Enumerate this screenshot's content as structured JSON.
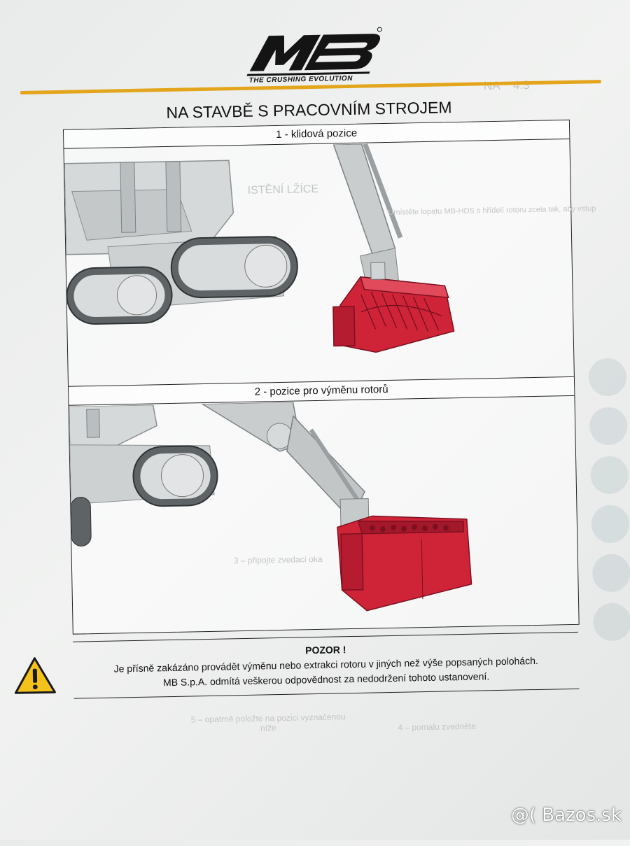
{
  "logo": {
    "brand": "MB",
    "tagline": "THE CRUSHING EVOLUTION"
  },
  "main_title": "NA STAVBĚ S PRACOVNÍM STROJEM",
  "sections": [
    {
      "caption": "1 - klidová pozice"
    },
    {
      "caption": "2 - pozice pro výměnu rotorů"
    }
  ],
  "warning": {
    "title": "POZOR !",
    "line1": "Je přísně zakázáno provádět výměnu nebo extrakci rotoru v jiných než výše popsaných polohách.",
    "line2": "MB S.p.A. odmítá veškerou odpovědnost za nedodržení tohoto ustanovení."
  },
  "background_text": {
    "g1": "4.3",
    "g2": "NA",
    "g3": "ISTĚNÍ LŽÍCE",
    "g4": "Umístěte lopatu MB-HDS s hřídelí rotoru zcela tak, aby vstup",
    "g5": "3 – připojte zvedací oka",
    "g6": "4 – pomalu zvedněte",
    "g7": "5 – opatrně položte na pozici vyznačenou níže"
  },
  "watermark": "@( Bazos.sk",
  "colors": {
    "accent_rule": "#e3a51c",
    "bucket_red": "#cf2338",
    "warning_yellow": "#f4c21b"
  },
  "icons": [
    "warning-triangle-icon"
  ]
}
